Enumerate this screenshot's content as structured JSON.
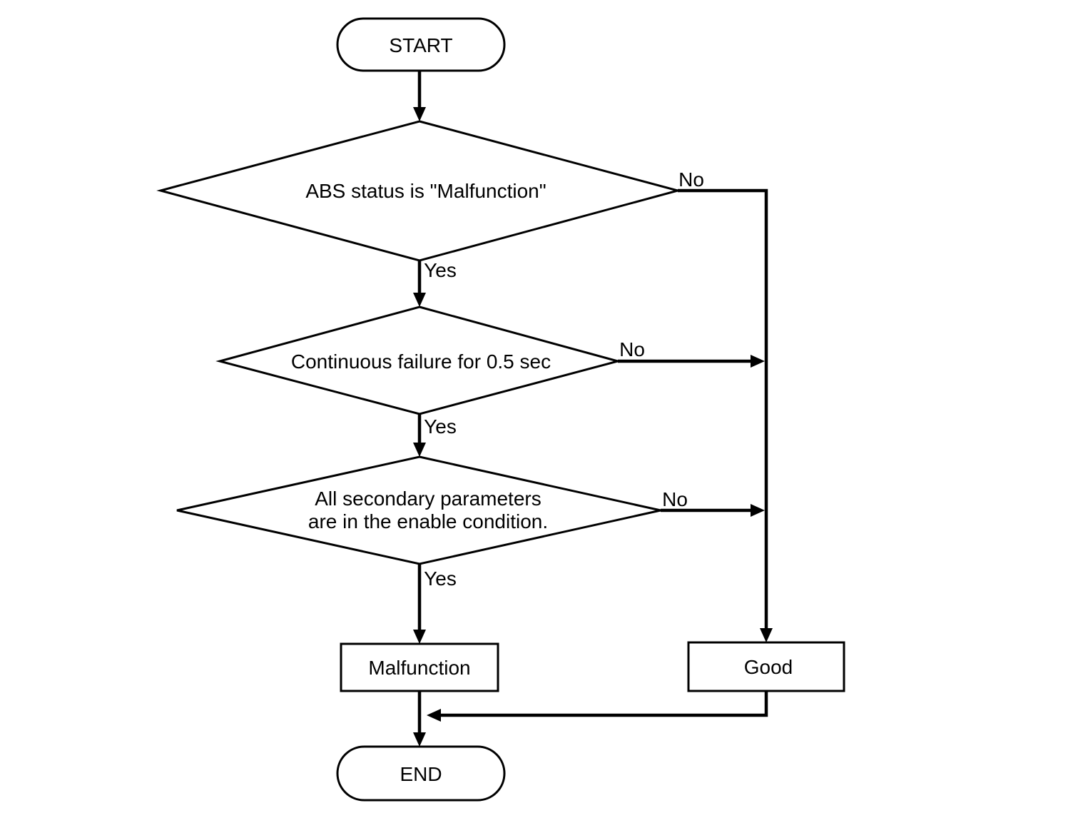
{
  "diagram": {
    "type": "flowchart",
    "background_color": "#ffffff",
    "line_color": "#000000",
    "text_color": "#000000",
    "nodes": {
      "start": {
        "shape": "terminator",
        "label": "START"
      },
      "decision_abs_status": {
        "shape": "decision",
        "label": "ABS status is \"Malfunction\""
      },
      "decision_continuous_failure": {
        "shape": "decision",
        "label": "Continuous failure for 0.5 sec"
      },
      "decision_secondary_params": {
        "shape": "decision",
        "line1": "All secondary parameters",
        "line2": "are in the enable condition."
      },
      "result_malfunction": {
        "shape": "process",
        "label": "Malfunction"
      },
      "result_good": {
        "shape": "process",
        "label": "Good"
      },
      "end": {
        "shape": "terminator",
        "label": "END"
      }
    },
    "edge_labels": {
      "abs_no": "No",
      "abs_yes": "Yes",
      "failure_no": "No",
      "failure_yes": "Yes",
      "params_no": "No",
      "params_yes": "Yes"
    }
  }
}
